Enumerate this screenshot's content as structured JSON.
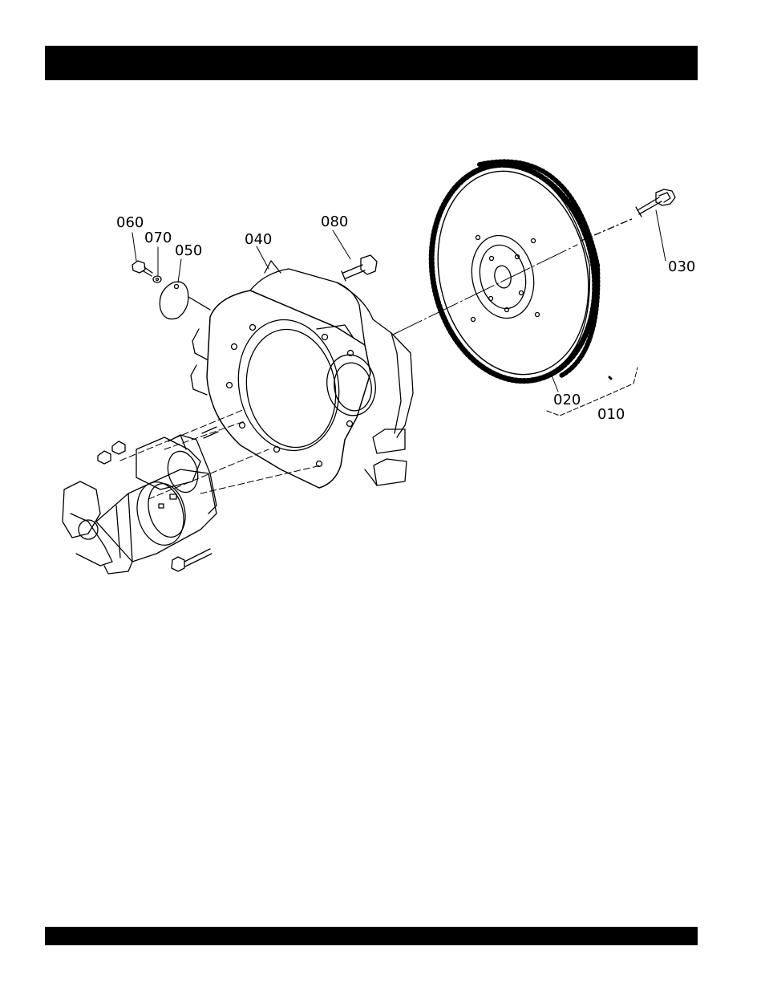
{
  "callouts": {
    "c060": "060",
    "c070": "070",
    "c050": "050",
    "c040": "040",
    "c080": "080",
    "c030": "030",
    "c020": "020",
    "c010": "010"
  },
  "colors": {
    "bars": "#000000",
    "ink": "#000000",
    "paper": "#ffffff"
  }
}
